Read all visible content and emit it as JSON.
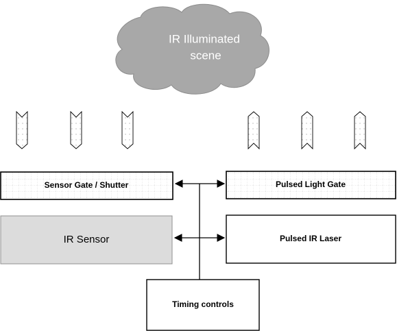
{
  "cloud": {
    "line1": "IR Illuminated",
    "line2": "scene"
  },
  "boxes": {
    "sensor_gate": "Sensor Gate / Shutter",
    "pulsed_light_gate": "Pulsed Light Gate",
    "ir_sensor": "IR Sensor",
    "pulsed_ir_laser": "Pulsed IR Laser",
    "timing_controls": "Timing controls"
  },
  "colors": {
    "cloud_fill": "#a8a8a8",
    "sensor_fill": "#dcdcdc",
    "line": "#000000"
  }
}
